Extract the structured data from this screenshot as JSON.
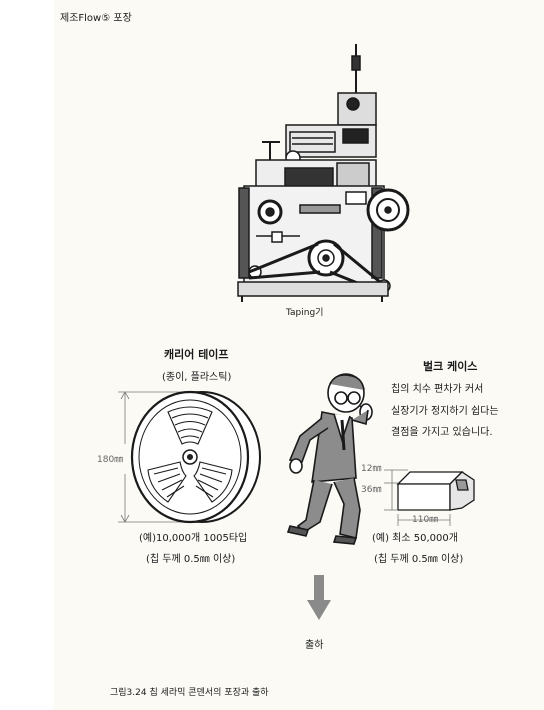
{
  "header": {
    "section_title": "제조Flow⑤ 포장"
  },
  "machine": {
    "caption": "Taping기"
  },
  "carrier_tape": {
    "title": "캐리어 테이프",
    "subtitle": "(종이, 플라스틱)",
    "dimension_label": "180㎜",
    "example_line": "(예)10,000개 1005타입",
    "note_line": "(칩 두께 0.5㎜ 이상)"
  },
  "bulk_case": {
    "title": "벌크 케이스",
    "desc_lines": [
      "칩의 치수 편차가 커서",
      "실장기가 정지하기 쉽다는",
      "결점을 가지고 있습니다."
    ],
    "dim_height_small": "12㎜",
    "dim_height": "36㎜",
    "dim_length": "110㎜",
    "example_line": "(예) 최소 50,000개",
    "note_line": "(칩 두께 0.5㎜ 이상)"
  },
  "flow": {
    "arrow_label": "출하"
  },
  "figure": {
    "caption": "그림3.24 칩 세라믹 콘덴서의 포장과 출하"
  }
}
